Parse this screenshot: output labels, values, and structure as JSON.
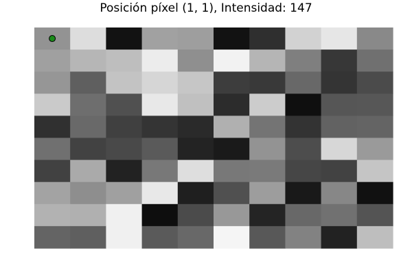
{
  "chart_data": {
    "type": "heatmap",
    "title": "Posición píxel (1, 1), Intensidad: 147",
    "xlabel": "",
    "ylabel": "",
    "rows": 10,
    "cols": 10,
    "colormap": "gray",
    "vmin": 0,
    "vmax": 255,
    "values": [
      [
        147,
        221,
        18,
        161,
        158,
        18,
        47,
        210,
        230,
        137
      ],
      [
        160,
        182,
        190,
        236,
        143,
        242,
        181,
        127,
        55,
        112
      ],
      [
        150,
        95,
        195,
        214,
        198,
        61,
        57,
        104,
        52,
        75
      ],
      [
        202,
        110,
        80,
        232,
        192,
        44,
        204,
        15,
        86,
        87
      ],
      [
        48,
        105,
        64,
        52,
        42,
        176,
        116,
        51,
        98,
        100
      ],
      [
        112,
        66,
        73,
        90,
        35,
        26,
        147,
        77,
        215,
        154
      ],
      [
        65,
        170,
        34,
        120,
        222,
        120,
        122,
        70,
        66,
        197
      ],
      [
        163,
        142,
        160,
        232,
        31,
        80,
        157,
        25,
        135,
        17
      ],
      [
        178,
        176,
        240,
        14,
        75,
        152,
        36,
        104,
        113,
        84
      ],
      [
        100,
        95,
        240,
        90,
        104,
        245,
        88,
        130,
        34,
        190
      ]
    ],
    "marker": {
      "row": 0,
      "col": 0,
      "color": "#1a8a1a",
      "edge": "#000000"
    }
  }
}
